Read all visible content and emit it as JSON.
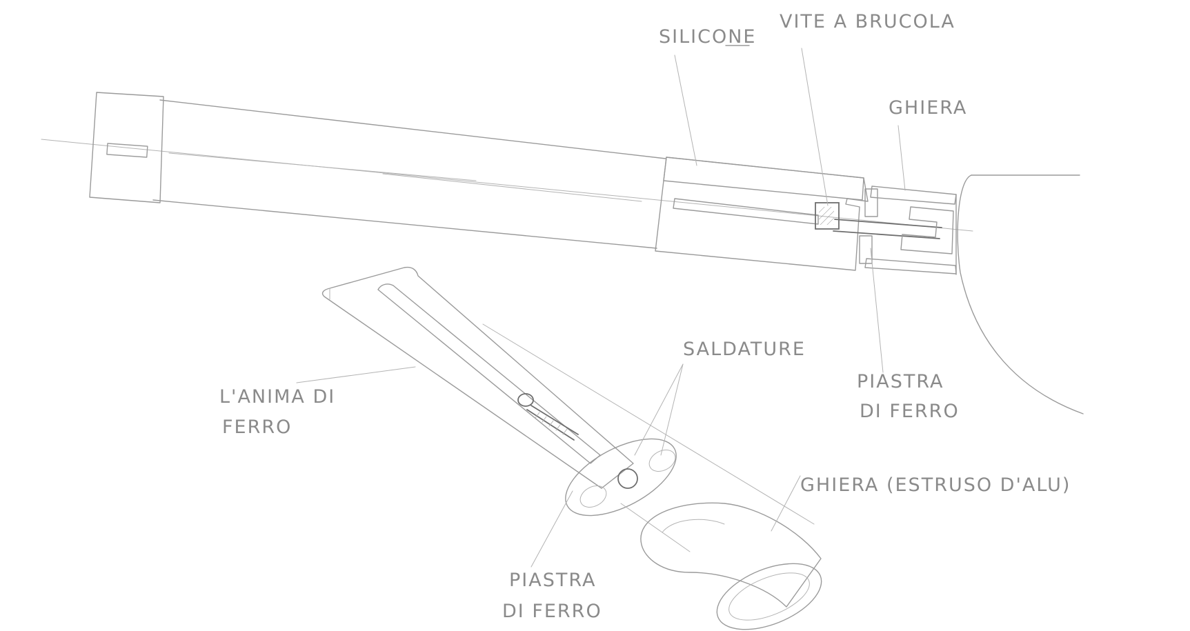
{
  "labels": {
    "silicone": "SILICONE",
    "vite_a_brucola": "VITE A BRUCOLA",
    "ghiera_top": "GHIERA",
    "piastra_right_1": "PIASTRA",
    "piastra_right_2": "DI FERRO",
    "saldature": "SALDATURE",
    "anima_1": "L'ANIMA DI",
    "anima_2": "FERRO",
    "ghiera_estruso": "GHIERA (ESTRUSO D'ALU)",
    "piastra_bottom_1": "PIASTRA",
    "piastra_bottom_2": "DI FERRO"
  },
  "colors": {
    "pencil": "#9a9a9a",
    "pencil_dark": "#6e6e6e",
    "paper": "#ffffff",
    "label": "#8a8a8a"
  }
}
